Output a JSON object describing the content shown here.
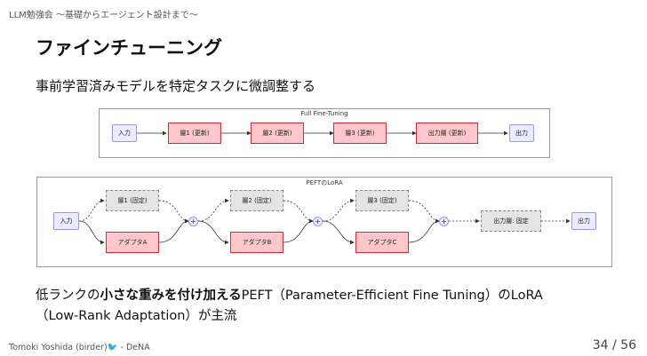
{
  "header": {
    "text": "LLM勉強会 〜基礎からエージェント設計まで〜"
  },
  "title": "ファインチューニング",
  "subtitle": "事前学習済みモデルを特定タスクに微調整する",
  "full_ft": {
    "title": "Full Fine-Tuning",
    "input": "入力",
    "layer1": "層1 (更新)",
    "layer2": "層2 (更新)",
    "layer3": "層3 (更新)",
    "output_layer": "出力層 (更新)",
    "output": "出力"
  },
  "lora": {
    "title": "PEFTのLoRA",
    "input": "入力",
    "layer1": "層1 (固定)",
    "layer2": "層2 (固定)",
    "layer3": "層3 (固定)",
    "adapter_a": "アダプタA",
    "adapter_b": "アダプタB",
    "adapter_c": "アダプタC",
    "plus": "+",
    "output_layer": "出力層: 固定",
    "output": "出力"
  },
  "body": {
    "part1": "低ランクの",
    "bold": "小さな重みを付け加える",
    "part2": "PEFT（Parameter-Efficient Fine Tuning）のLoRA",
    "line2": "（Low-Rank Adaptation）が主流"
  },
  "footer": {
    "author": "Tomoki Yoshida (birder)",
    "bird": "🐦",
    "org": " - DeNA"
  },
  "page": {
    "number": "34 / 56"
  }
}
